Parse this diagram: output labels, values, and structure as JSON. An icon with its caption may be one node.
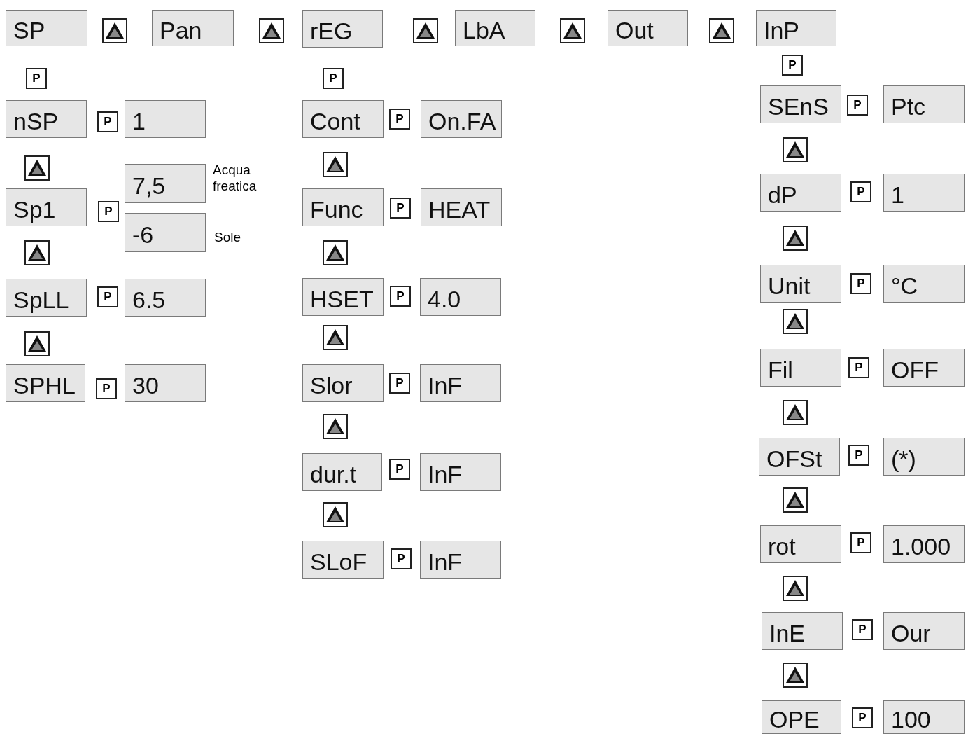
{
  "diagram": {
    "nodes": [
      {
        "text": [
          "SP"
        ]
      },
      {
        "text": [
          "Pan"
        ]
      },
      {
        "text": [
          "rEG"
        ]
      },
      {
        "text": [
          "LbA"
        ]
      },
      {
        "text": [
          "Out"
        ]
      },
      {
        "text": [
          "InP"
        ]
      },
      {
        "text": [
          "nSP"
        ]
      },
      {
        "text": [
          "1"
        ]
      },
      {
        "text": [
          "Sp1"
        ]
      },
      {
        "text": [
          "7,5"
        ],
        "beside": [
          "Acqua freatica"
        ]
      },
      {
        "text": [
          "-6"
        ],
        "beside": [
          "Sole"
        ]
      },
      {
        "text": [
          "SpLL"
        ]
      },
      {
        "text": [
          "6.5"
        ]
      },
      {
        "text": [
          "SPHL"
        ]
      },
      {
        "text": [
          "30"
        ]
      },
      {
        "text": [
          "Cont"
        ]
      },
      {
        "text": [
          "On.FA"
        ]
      },
      {
        "text": [
          "Func"
        ]
      },
      {
        "text": [
          "HEAT"
        ]
      },
      {
        "text": [
          "HSET"
        ]
      },
      {
        "text": [
          "4.0"
        ]
      },
      {
        "text": [
          "Slor"
        ]
      },
      {
        "text": [
          "InF"
        ]
      },
      {
        "text": [
          "dur.t"
        ]
      },
      {
        "text": [
          "InF"
        ]
      },
      {
        "text": [
          "SLoF"
        ]
      },
      {
        "text": [
          "InF"
        ]
      },
      {
        "text": [
          "SEnS"
        ]
      },
      {
        "text": [
          "Ptc"
        ]
      },
      {
        "text": [
          "dP"
        ]
      },
      {
        "text": [
          "1"
        ]
      },
      {
        "text": [
          "Unit"
        ]
      },
      {
        "text": [
          "°C"
        ]
      },
      {
        "text": [
          "Fil"
        ]
      },
      {
        "text": [
          "OFF"
        ]
      },
      {
        "text": [
          "OFSt"
        ]
      },
      {
        "text": [
          "(*)"
        ]
      },
      {
        "text": [
          "rot"
        ]
      },
      {
        "text": [
          "1.000"
        ]
      },
      {
        "text": [
          "InE"
        ]
      },
      {
        "text": [
          "Our"
        ]
      },
      {
        "text": [
          "OPE"
        ]
      },
      {
        "text": [
          "100"
        ]
      }
    ],
    "edges": [],
    "labels": [
      "P",
      "P",
      "P",
      "P",
      "P",
      "P",
      "P",
      "P",
      "P",
      "P",
      "P",
      "P",
      "P",
      "P",
      "P",
      "P",
      "P",
      "P",
      "P",
      "P",
      "P"
    ]
  }
}
